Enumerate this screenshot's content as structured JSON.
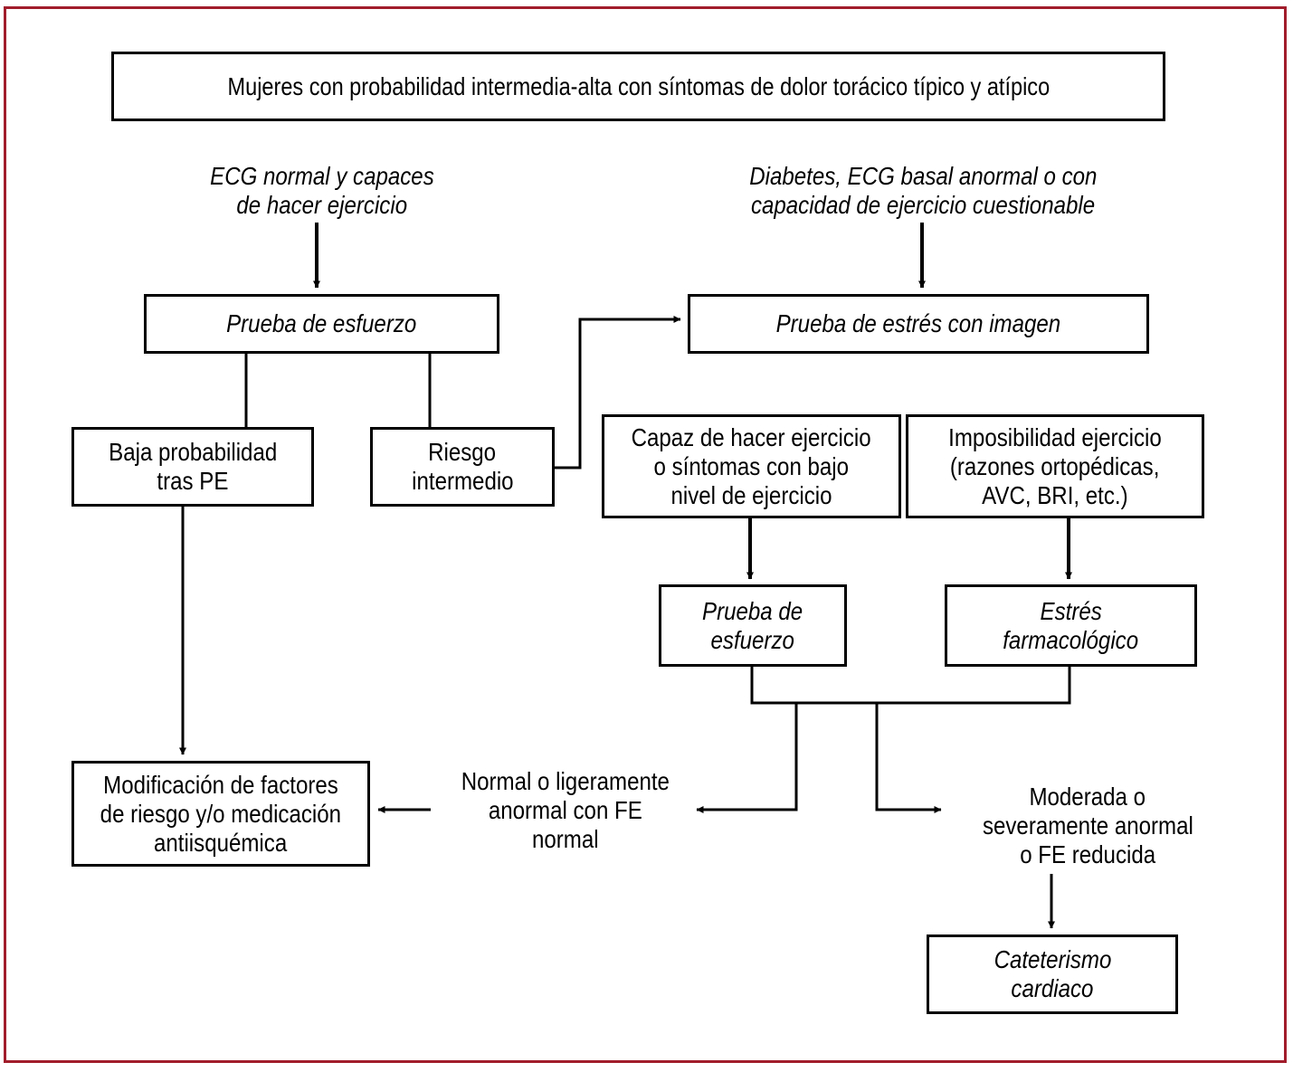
{
  "title": "Mujeres con probabilidad intermedia-alta con síntomas de dolor torácico típico y atípico",
  "conditions": {
    "left": [
      "ECG normal y capaces",
      "de hacer ejercicio"
    ],
    "right": [
      "Diabetes, ECG basal anormal o con",
      "capacidad de ejercicio cuestionable"
    ]
  },
  "nodes": {
    "prueba_esfuerzo": [
      "Prueba de esfuerzo"
    ],
    "prueba_imagen": [
      "Prueba de estrés con imagen"
    ],
    "baja_probabilidad": [
      "Baja probabilidad",
      "tras PE"
    ],
    "riesgo_intermedio": [
      "Riesgo",
      "intermedio"
    ],
    "capaz_ejercicio": [
      "Capaz de hacer ejercicio",
      "o síntomas con bajo",
      "nivel de ejercicio"
    ],
    "imposibilidad_ejercicio": [
      "Imposibilidad ejercicio",
      "(razones ortopédicas,",
      "AVC, BRI, etc.)"
    ],
    "prueba_esfuerzo_2": [
      "Prueba de",
      "esfuerzo"
    ],
    "estres_farmacologico": [
      "Estrés",
      "farmacológico"
    ],
    "modificacion": [
      "Modificación de factores",
      "de riesgo y/o medicación",
      "antiisquémica"
    ],
    "normal_ligeramente": [
      "Normal o ligeramente",
      "anormal con FE",
      "normal"
    ],
    "moderada_severa": [
      "Moderada o",
      "severamente anormal",
      "o FE reducida"
    ],
    "cateterismo": [
      "Cateterismo",
      "cardiaco"
    ]
  },
  "colors": {
    "frame": "#a11d2b",
    "line": "#000000"
  }
}
